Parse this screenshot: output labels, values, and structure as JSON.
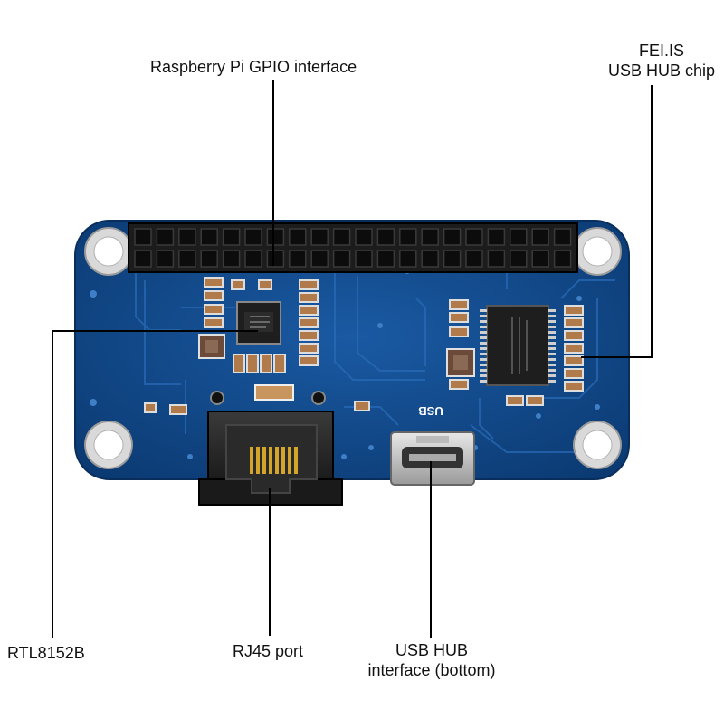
{
  "labels": {
    "gpio": "Raspberry Pi GPIO interface",
    "hub_chip_line1": "FEI.IS",
    "hub_chip_line2": "USB HUB chip",
    "rtl": "RTL8152B",
    "rj45": "RJ45 port",
    "usb_line1": "USB HUB",
    "usb_line2": "interface (bottom)"
  },
  "board": {
    "silk_usb": "USB",
    "colors": {
      "pcb": "#0d3f7a",
      "pcb_edge": "#1b5da6",
      "header": "#1c1c1c",
      "leader": "#000000"
    }
  }
}
